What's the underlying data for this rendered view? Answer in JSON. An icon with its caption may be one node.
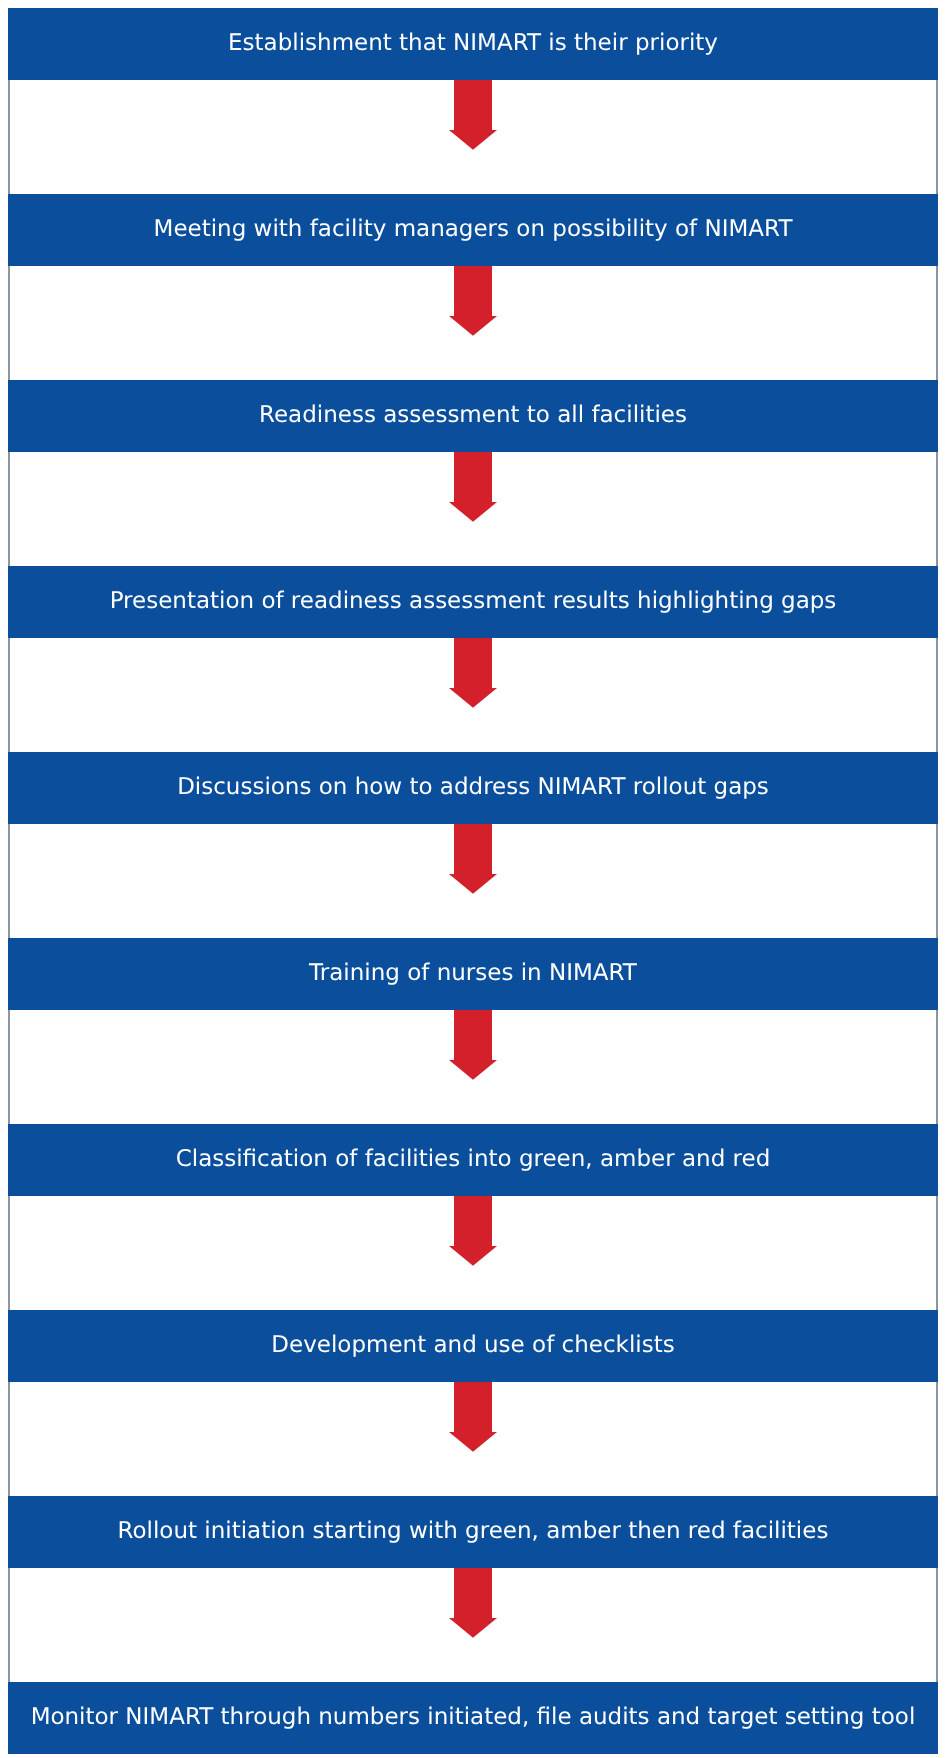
{
  "diagram": {
    "nodes": [
      {
        "text": [
          "Establishment that NIMART is their priority"
        ]
      },
      {
        "text": [
          "Meeting with facility managers on possibility of NIMART"
        ]
      },
      {
        "text": [
          "Readiness assessment to all facilities"
        ]
      },
      {
        "text": [
          "Presentation of readiness assessment results highlighting gaps"
        ]
      },
      {
        "text": [
          "Discussions on how to address NIMART rollout gaps"
        ]
      },
      {
        "text": [
          "Training of nurses in NIMART"
        ]
      },
      {
        "text": [
          "Classification of facilities into green, amber and red"
        ]
      },
      {
        "text": [
          "Development and use of checklists"
        ]
      },
      {
        "text": [
          "Rollout initiation starting with green, amber then red facilities"
        ]
      },
      {
        "text": [
          "Monitor NIMART through numbers initiated, file audits and target setting tool"
        ]
      }
    ],
    "edges": [
      {
        "from": 0,
        "to": 1,
        "arrow": "to"
      },
      {
        "from": 1,
        "to": 2,
        "arrow": "to"
      },
      {
        "from": 2,
        "to": 3,
        "arrow": "to"
      },
      {
        "from": 3,
        "to": 4,
        "arrow": "to"
      },
      {
        "from": 4,
        "to": 5,
        "arrow": "to"
      },
      {
        "from": 5,
        "to": 6,
        "arrow": "to"
      },
      {
        "from": 6,
        "to": 7,
        "arrow": "to"
      },
      {
        "from": 7,
        "to": 8,
        "arrow": "to"
      },
      {
        "from": 8,
        "to": 9,
        "arrow": "to"
      }
    ]
  }
}
